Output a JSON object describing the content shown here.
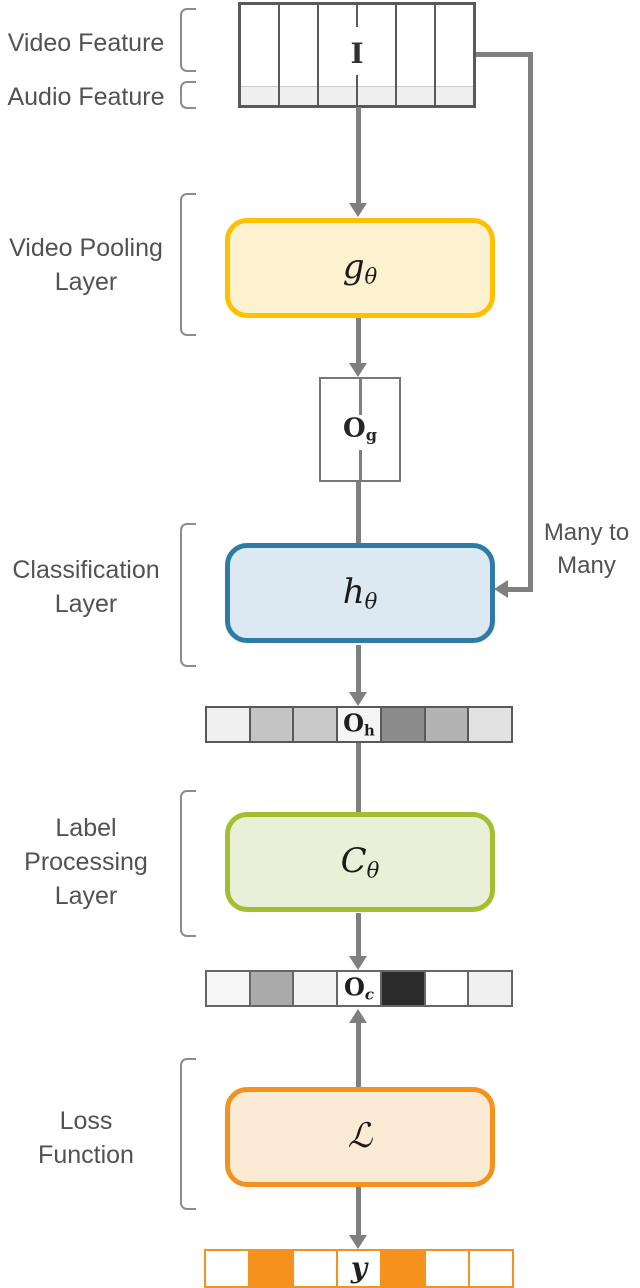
{
  "colors": {
    "arrow": "#7F7F7F",
    "grid_border": "#595959",
    "audio_fill": "#EFEFEF",
    "text": "#525252",
    "bracket": "#8C8C8C",
    "pooling_border": "#FFC000",
    "pooling_fill": "#FCF2D0",
    "classification_border": "#2E7CA6",
    "classification_fill": "#DCE9F2",
    "label_processing_border": "#A4BE32",
    "label_processing_fill": "#EAEFD8",
    "loss_border": "#F5921E",
    "loss_fill": "#FBEAD4",
    "oh_strip_border": "#595959",
    "oc_strip_border": "#666666",
    "y_strip_border": "#F5921E"
  },
  "labels": {
    "video_feature": "Video Feature",
    "audio_feature": "Audio Feature",
    "video_pooling_layer": "Video Pooling\nLayer",
    "classification_layer": "Classification\nLayer",
    "label_processing_layer": "Label\nProcessing\nLayer",
    "loss_function": "Loss\nFunction",
    "many_to_many": "Many to\nMany"
  },
  "nodes": {
    "input": {
      "label": "I"
    },
    "video_pooling": {
      "main": "g",
      "sub": "θ"
    },
    "pooling_output": {
      "main": "O",
      "sub": "g"
    },
    "classification": {
      "main": "h",
      "sub": "θ"
    },
    "classification_output": {
      "main": "O",
      "sub": "h"
    },
    "label_processing": {
      "main": "C",
      "sub": "θ"
    },
    "label_processing_output": {
      "main": "O",
      "sub": "c"
    },
    "loss": {
      "main": "ℒ",
      "sub": ""
    },
    "ground_truth": {
      "label": "y"
    }
  },
  "input_grid": {
    "column_count": 6
  },
  "strips": {
    "oh_cells": [
      "#F0F0F0",
      "#C4C4C4",
      "#C9C9C9",
      "#F5F5F5",
      "#8C8C8C",
      "#B3B3B3",
      "#E2E2E2"
    ],
    "oc_cells": [
      "#F6F6F6",
      "#ABABAB",
      "#F4F4F4",
      "#FFFFFF",
      "#2B2B2B",
      "#FFFFFF",
      "#F0F0F0"
    ],
    "y_cells": [
      "#FFFFFF",
      "#F5921E",
      "#FFFFFF",
      "#FFFFFF",
      "#F5921E",
      "#FFFFFF",
      "#FFFFFF"
    ]
  }
}
